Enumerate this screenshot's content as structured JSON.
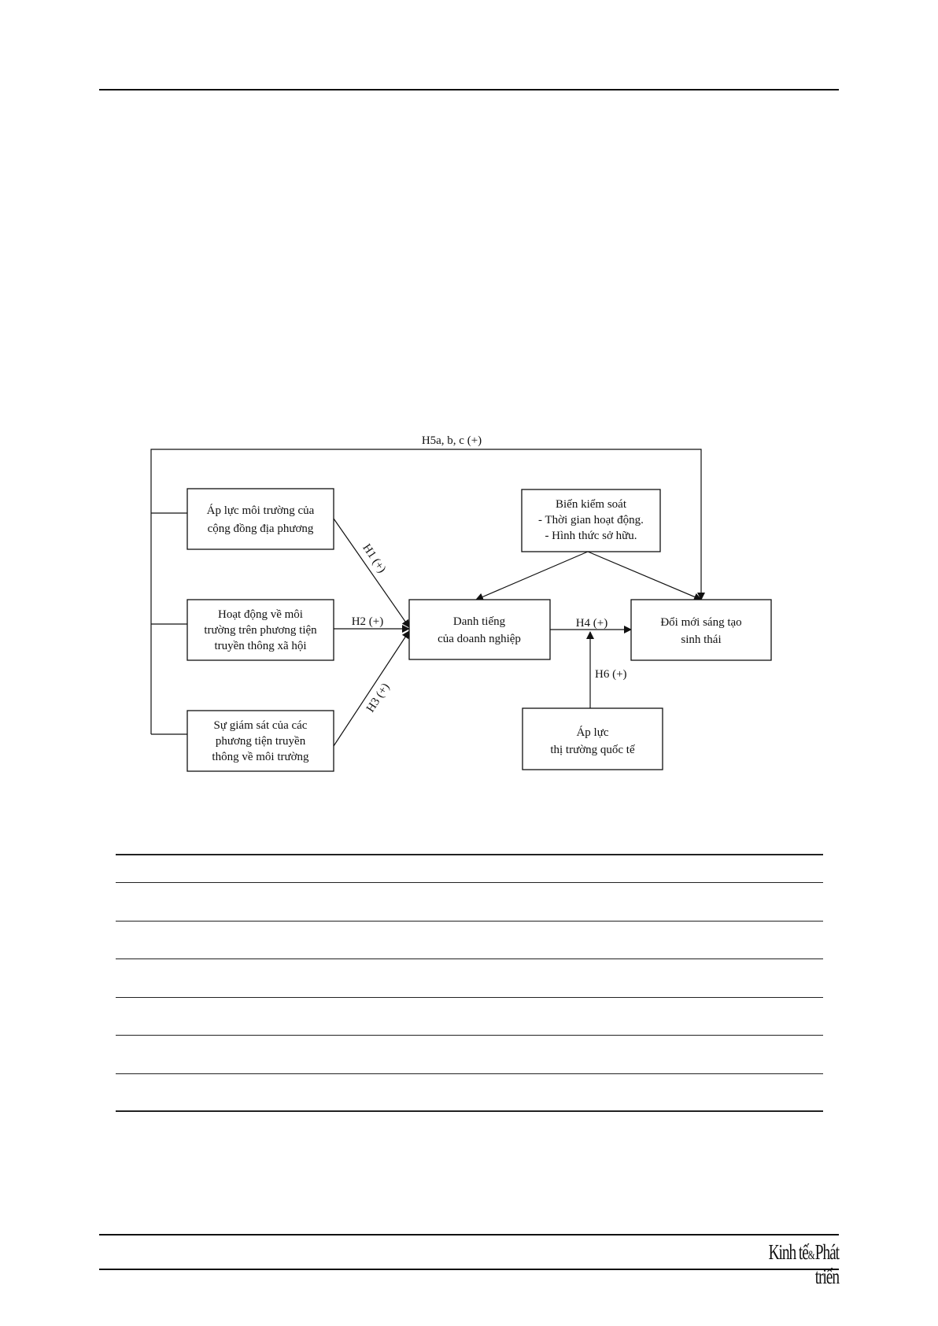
{
  "diagram": {
    "nodes": {
      "local_pressure": [
        "Áp lực môi trường của",
        "cộng đồng địa phương"
      ],
      "social_media": [
        "Hoạt động về môi",
        "trường trên phương tiện",
        "truyền thông xã hội"
      ],
      "media_monitoring": [
        "Sự giám sát của các",
        "phương tiện truyền",
        "thông về môi trường"
      ],
      "control_vars": [
        "Biến kiểm soát",
        "- Thời gian hoạt động.",
        "- Hình thức sở hữu."
      ],
      "reputation": [
        "Danh tiếng",
        "của doanh nghiệp"
      ],
      "eco_innovation": [
        "Đổi mới sáng tạo",
        "sinh thái"
      ],
      "intl_pressure": [
        "Áp lực",
        "thị trường quốc tế"
      ]
    },
    "edges": {
      "h1": "H1 (+)",
      "h2": "H2 (+)",
      "h3": "H3 (+)",
      "h4": "H4 (+)",
      "h5": "H5a, b, c (+)",
      "h6": "H6 (+)"
    }
  },
  "footer": {
    "logo_main": "Kinh tế",
    "logo_amp": "&",
    "logo_end": "Phát triển"
  }
}
